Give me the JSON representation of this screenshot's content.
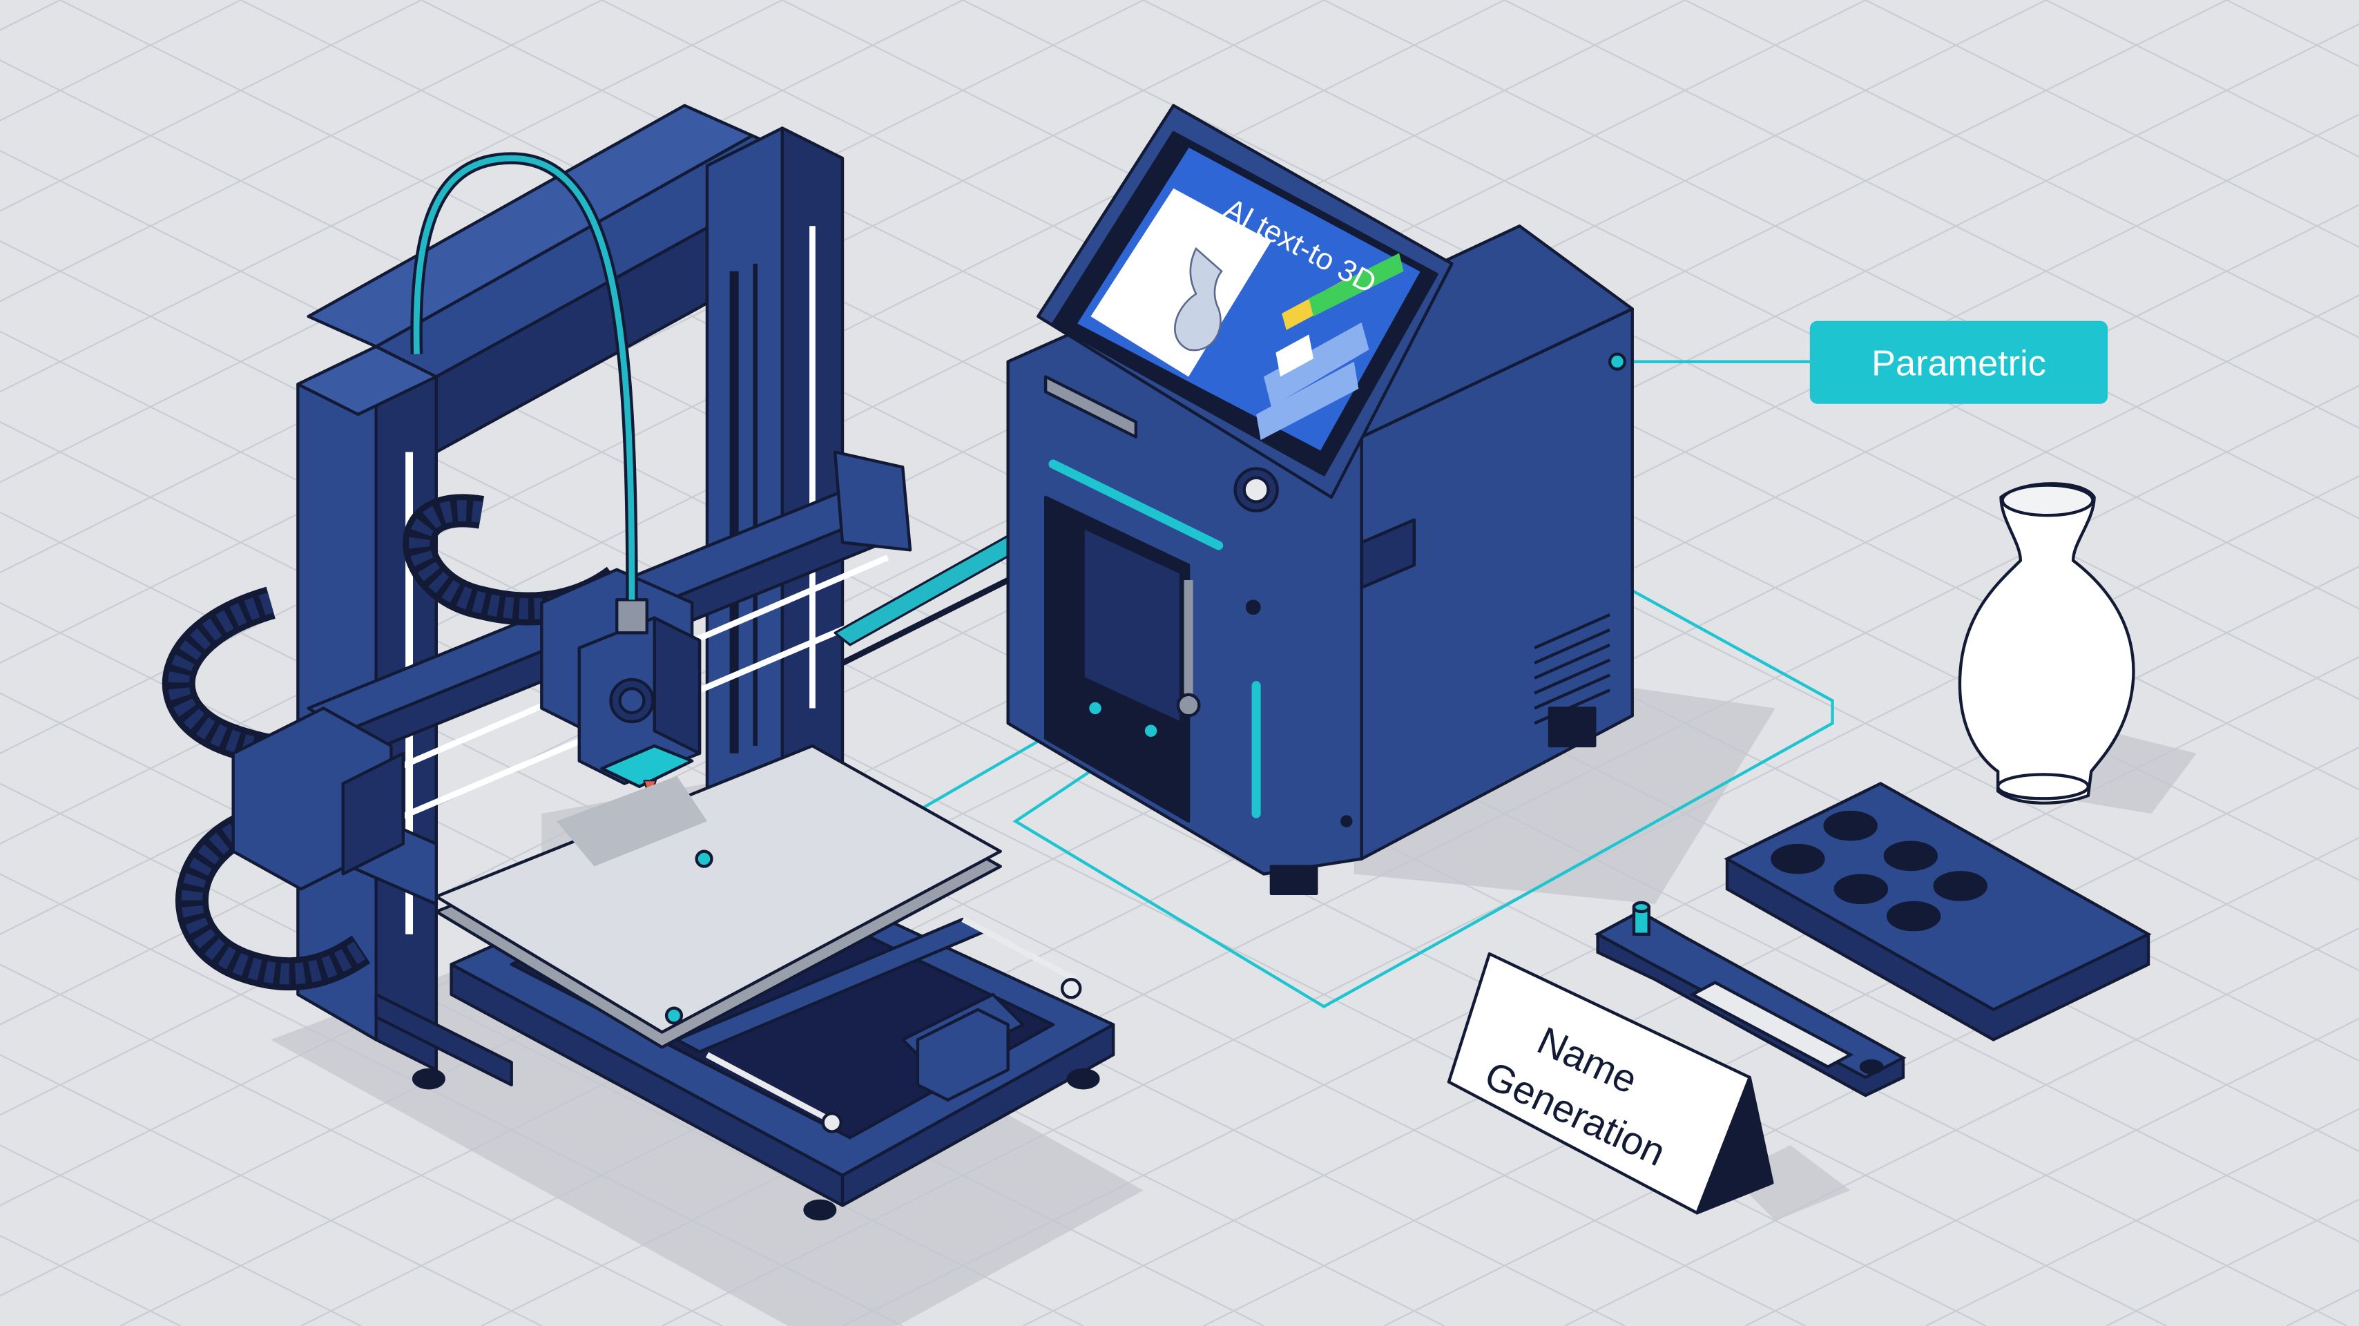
{
  "screen": {
    "title": "AI text-to 3D"
  },
  "labels": {
    "parametric": "Parametric",
    "name_line1": "Name",
    "name_line2": "Generation"
  },
  "colors": {
    "background": "#e1e3e7",
    "navy": "#2e4a8e",
    "navy_dark": "#1f3066",
    "outline": "#121a35",
    "accent": "#1ec5d0",
    "filament": "#22b8c6",
    "screen_blue": "#2f66d6",
    "bed": "#dadde3"
  }
}
